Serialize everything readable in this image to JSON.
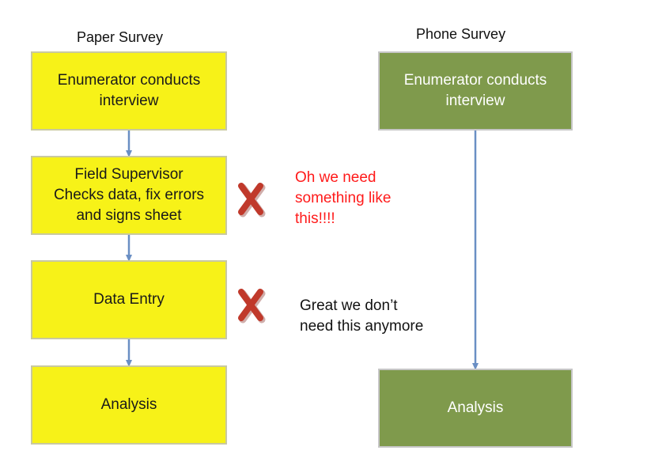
{
  "paper_survey": {
    "heading": "Paper Survey",
    "steps": [
      "Enumerator conducts\ninterview",
      "Field Supervisor\nChecks data, fix errors\nand signs sheet",
      "Data Entry",
      "Analysis"
    ]
  },
  "phone_survey": {
    "heading": "Phone Survey",
    "steps": [
      "Enumerator conducts\ninterview",
      "Analysis"
    ]
  },
  "annotations": {
    "supervisor_note": "Oh we need\nsomething like\nthis!!!!",
    "data_entry_note": "Great we don’t\nneed this anymore"
  },
  "colors": {
    "paper_box": "#f7f218",
    "phone_box": "#7f9a4c",
    "arrow": "#6a8fc4",
    "x_mark": "#c0392b",
    "supervisor_note": "#ff1a1a",
    "data_entry_note": "#111111"
  },
  "icons": {
    "removed_step_mark": "x-mark-icon"
  }
}
